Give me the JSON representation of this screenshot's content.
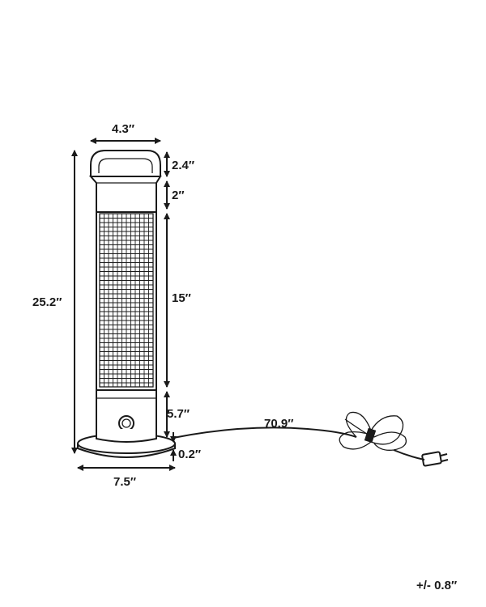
{
  "dimensions": {
    "top_width": "4.3″",
    "handle_height": "2.4″",
    "top_cap_height": "2″",
    "grill_height": "15″",
    "base_column_height": "5.7″",
    "base_plate_height": "0.2″",
    "total_height": "25.2″",
    "base_width": "7.5″",
    "cable_length": "70.9″"
  },
  "tolerance": "+/- 0.8″"
}
